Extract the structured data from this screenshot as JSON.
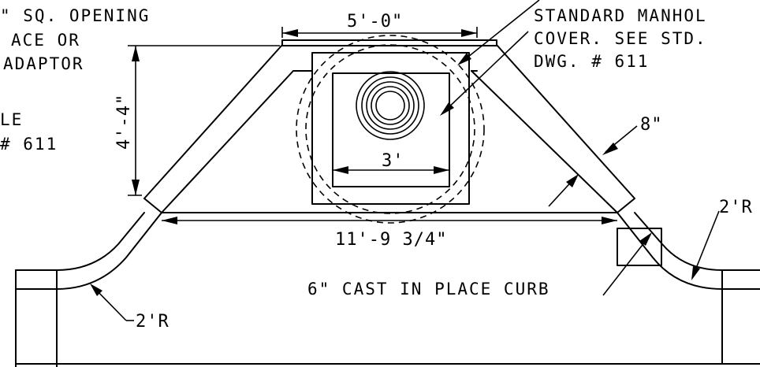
{
  "labels": {
    "opening_line1": "\" SQ. OPENING",
    "opening_line2": "ACE OR",
    "opening_line3": "ADAPTOR",
    "left_cut1": "LE",
    "left_cut2": "# 611",
    "manhole_line1": "STANDARD MANHOL",
    "manhole_line2": "COVER. SEE STD.",
    "manhole_line3": "DWG. # 611",
    "curb": "6\" CAST IN PLACE CURB"
  },
  "dimensions": {
    "top_width": "5'-0\"",
    "height": "4'-4\"",
    "inner_square": "3'",
    "bottom_width": "11'-9 3/4\"",
    "wall_thickness": "8\"",
    "radius_left": "2'R",
    "radius_right": "2'R"
  }
}
